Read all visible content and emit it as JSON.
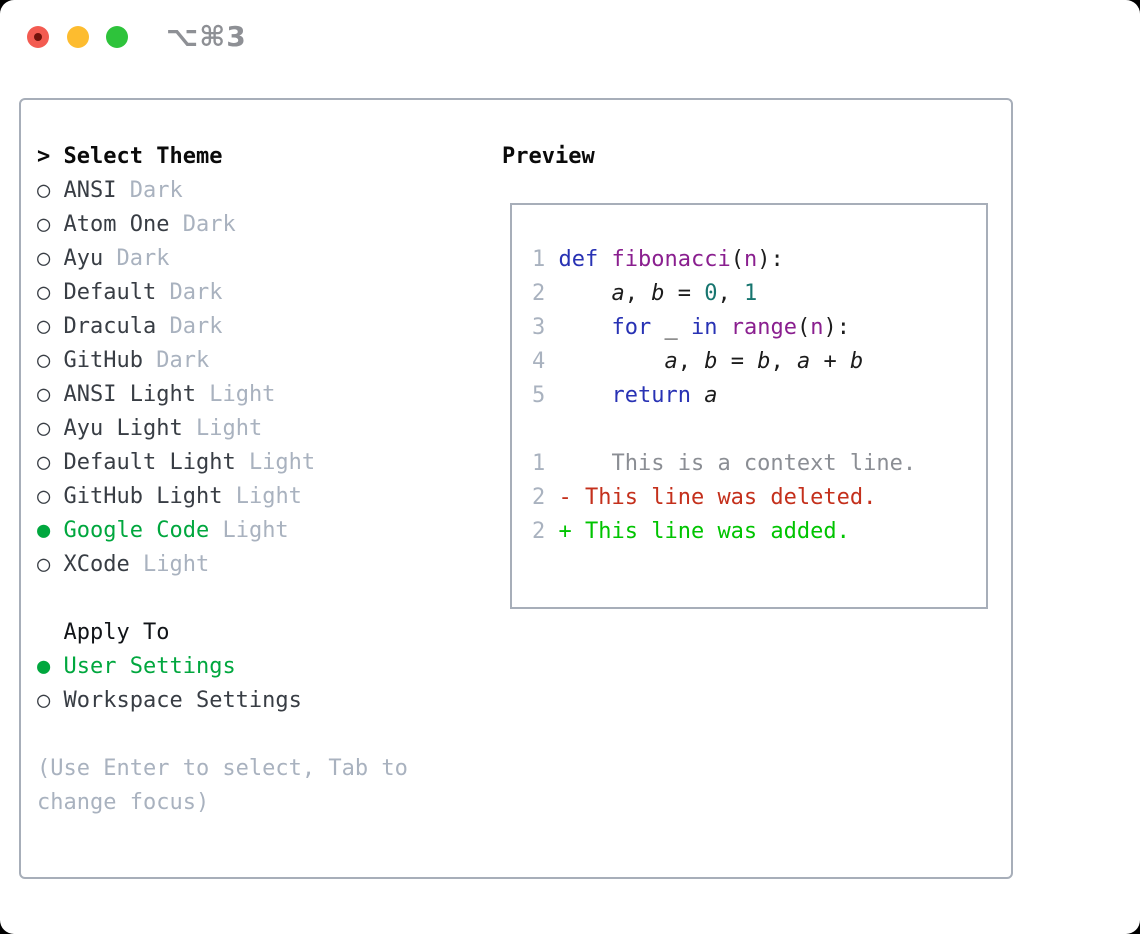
{
  "window": {
    "shortcut": "⌥⌘3"
  },
  "markers": {
    "selected": "●",
    "unselected": "○"
  },
  "select_theme": {
    "prompt": ">",
    "title": "Select Theme"
  },
  "themes": [
    {
      "name": "ANSI",
      "variant": "Dark",
      "selected": false
    },
    {
      "name": "Atom One",
      "variant": "Dark",
      "selected": false
    },
    {
      "name": "Ayu",
      "variant": "Dark",
      "selected": false
    },
    {
      "name": "Default",
      "variant": "Dark",
      "selected": false
    },
    {
      "name": "Dracula",
      "variant": "Dark",
      "selected": false
    },
    {
      "name": "GitHub",
      "variant": "Dark",
      "selected": false
    },
    {
      "name": "ANSI Light",
      "variant": "Light",
      "selected": false
    },
    {
      "name": "Ayu Light",
      "variant": "Light",
      "selected": false
    },
    {
      "name": "Default Light",
      "variant": "Light",
      "selected": false
    },
    {
      "name": "GitHub Light",
      "variant": "Light",
      "selected": false
    },
    {
      "name": "Google Code",
      "variant": "Light",
      "selected": true
    },
    {
      "name": "XCode",
      "variant": "Light",
      "selected": false
    }
  ],
  "apply_to": {
    "title": "Apply To",
    "options": [
      {
        "name": "User Settings",
        "selected": true
      },
      {
        "name": "Workspace Settings",
        "selected": false
      }
    ]
  },
  "help": [
    "(Use Enter to select, Tab to",
    "change focus)"
  ],
  "preview": {
    "title": "Preview",
    "lines": [
      {
        "n": "1",
        "t": [
          [
            "kw",
            "def"
          ],
          [
            "pl",
            " "
          ],
          [
            "fn",
            "fibonacci"
          ],
          [
            "pl",
            "("
          ],
          [
            "prm",
            "n"
          ],
          [
            "pl",
            "):"
          ]
        ]
      },
      {
        "n": "2",
        "t": [
          [
            "pl",
            "    "
          ],
          [
            "id",
            "a"
          ],
          [
            "pl",
            ", "
          ],
          [
            "id",
            "b"
          ],
          [
            "pl",
            " = "
          ],
          [
            "num",
            "0"
          ],
          [
            "pl",
            ", "
          ],
          [
            "num",
            "1"
          ]
        ]
      },
      {
        "n": "3",
        "t": [
          [
            "pl",
            "    "
          ],
          [
            "kw",
            "for"
          ],
          [
            "pl",
            " _ "
          ],
          [
            "kw",
            "in"
          ],
          [
            "pl",
            " "
          ],
          [
            "fn",
            "range"
          ],
          [
            "pl",
            "("
          ],
          [
            "prm",
            "n"
          ],
          [
            "pl",
            "):"
          ]
        ]
      },
      {
        "n": "4",
        "t": [
          [
            "pl",
            "        "
          ],
          [
            "id",
            "a"
          ],
          [
            "pl",
            ", "
          ],
          [
            "id",
            "b"
          ],
          [
            "pl",
            " = "
          ],
          [
            "id",
            "b"
          ],
          [
            "pl",
            ", "
          ],
          [
            "id",
            "a"
          ],
          [
            "pl",
            " + "
          ],
          [
            "id",
            "b"
          ]
        ]
      },
      {
        "n": "5",
        "t": [
          [
            "pl",
            "    "
          ],
          [
            "kw",
            "return"
          ],
          [
            "pl",
            " "
          ],
          [
            "id",
            "a"
          ]
        ]
      },
      {
        "n": "",
        "t": []
      },
      {
        "n": "1",
        "t": [
          [
            "ctx",
            "    This is a context line."
          ]
        ]
      },
      {
        "n": "2",
        "t": [
          [
            "del",
            "- This line was deleted."
          ]
        ]
      },
      {
        "n": "2",
        "t": [
          [
            "add",
            "+ This line was added."
          ]
        ]
      }
    ]
  },
  "colors": {
    "border": "#a7aeb9",
    "text_dark": "#383d44",
    "text_muted": "#a9b2bf",
    "selected_green": "#00a73e",
    "keyword_blue": "#2832b4",
    "function_purple": "#8a1f8f",
    "number_teal": "#17756f",
    "line_number_gray": "#a9b2bf",
    "diff_context_gray": "#8b8e94",
    "diff_deleted_red": "#c4301c",
    "diff_added_green": "#00c400",
    "traffic_red": "#f35b51",
    "traffic_yellow": "#fdbc2f",
    "traffic_green": "#2ec33b",
    "shortcut_gray": "#8e9095"
  }
}
